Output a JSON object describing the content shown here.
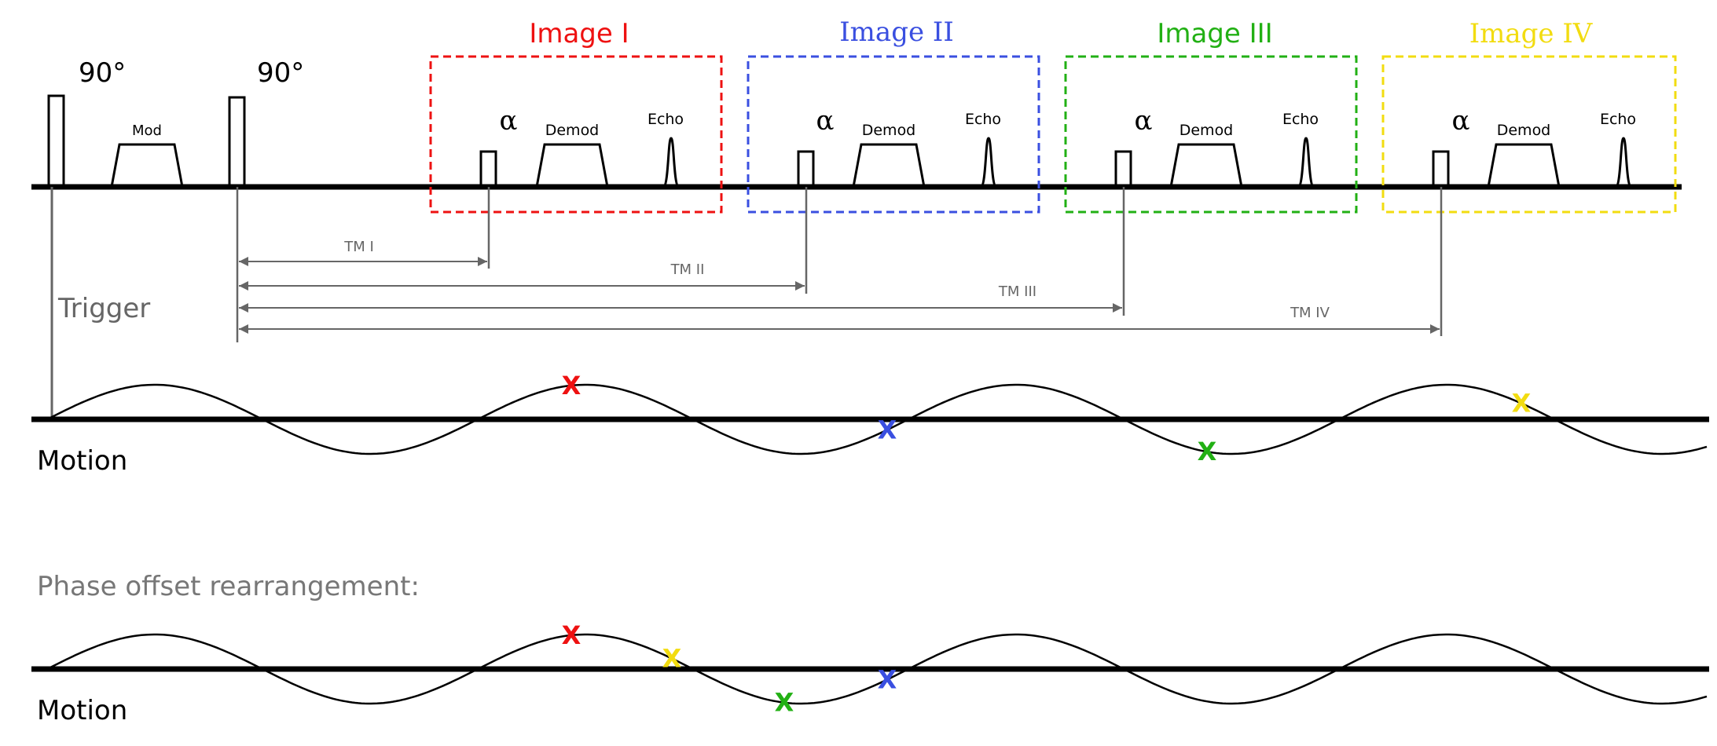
{
  "pulse": {
    "rf1_label": "90°",
    "rf2_label": "90°",
    "mod_label": "Mod",
    "alpha": "α",
    "demod_label": "Demod",
    "echo_label": "Echo"
  },
  "images": [
    {
      "title": "Image I",
      "tm": "TM I",
      "color": "#ee1111"
    },
    {
      "title": "Image II",
      "tm": "TM II",
      "color": "#3a4fe0"
    },
    {
      "title": "Image III",
      "tm": "TM III",
      "color": "#22b014"
    },
    {
      "title": "Image IV",
      "tm": "TM IV",
      "color": "#f2dc10"
    }
  ],
  "trigger_label": "Trigger",
  "motion_label": "Motion",
  "rearrangement_title": "Phase offset rearrangement:",
  "motion2_label": "Motion",
  "marker_glyph": "X"
}
